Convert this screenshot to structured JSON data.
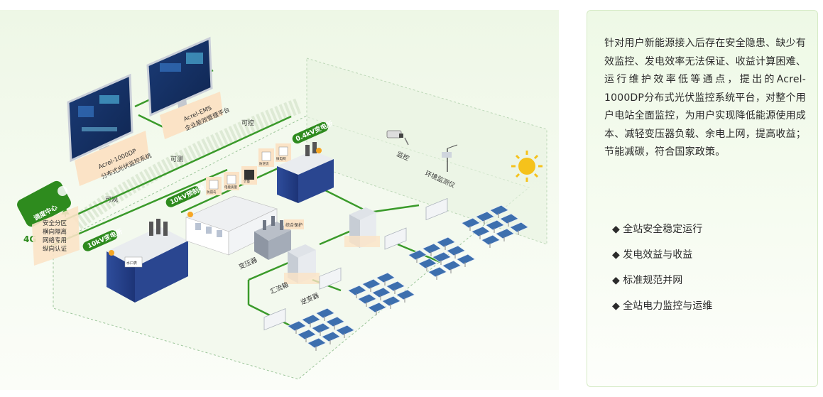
{
  "intro": "针对用户新能源接入后存在安全隐患、缺少有效监控、发电效率无法保证、收益计算困难、运行维护效率低等通点，提出的Acrel-1000DP分布式光伏监控系统平台，对整个用户电站全面监控，为用户实现降低能源使用成本、减轻变压器负载、余电上网，提高收益；节能减碳，符合国家政策。",
  "features": [
    {
      "bullet": "◆",
      "text": "全站安全稳定运行"
    },
    {
      "bullet": "◆",
      "text": "发电效益与收益"
    },
    {
      "bullet": "◆",
      "text": "标准规范并网"
    },
    {
      "bullet": "◆",
      "text": "全站电力监控与运维"
    }
  ],
  "diagram": {
    "dispatch_center": "调度中心",
    "network_4g": "4G",
    "network_features": [
      "安全分区",
      "横向隔离",
      "网络专用",
      "纵向认证"
    ],
    "platform_1000dp": [
      "Acrel-1000DP",
      "分布式光伏监控系统"
    ],
    "platform_ems": [
      "Acrel-EMS",
      "企业能效管理平台"
    ],
    "arc_labels": [
      "可观",
      "可测",
      "可控"
    ],
    "substation_10kv": "10kV变电所",
    "switchgear_10kv": "10kV预制舱",
    "substation_04kv": "0.4kV变电所",
    "transformer": "变压器",
    "combiner_box": "汇流箱",
    "inverter": "逆变器",
    "protection": "综合保护",
    "water_meter": "水口表",
    "monitor": "监控",
    "env_monitor": "环境监测仪",
    "meter_labels": [
      "防孤岛",
      "电能质量",
      "计量",
      "防逆流",
      "微电网"
    ],
    "colors": {
      "accent_green": "#3a9a2a",
      "tag_green": "#2e8b1e",
      "cabinet_blue": "#25408a",
      "panel_blue": "#3d6fae",
      "beige": "#fbe3c6"
    }
  }
}
